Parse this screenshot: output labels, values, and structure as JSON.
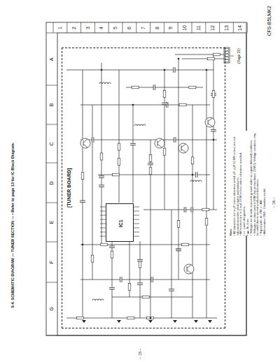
{
  "diagram": {
    "title": "5-4. SCHEMATIC DIAGRAM — TUNER SECTION — • Refer to page 13 for IC Block Diagram.",
    "nodes": [
      {
        "text": [
          "[TUNER BOARD]"
        ]
      },
      {
        "text": [
          "IC1"
        ],
        "in": 0
      }
    ],
    "labels": [
      "CFS-B5LMK2",
      "1",
      "2",
      "3",
      "4",
      "5",
      "6",
      "7",
      "8",
      "9",
      "10",
      "11",
      "12",
      "13",
      "14",
      "A",
      "B",
      "C",
      "D",
      "E",
      "F",
      "G",
      "(Page 20)",
      "– 15 –",
      "– 16 –",
      "Note:",
      "• All capacitors are in μF unless otherwise noted. pF: μμF 50 WV or less are not indicated except for electrolytics and tantalums.",
      "• All resistors are in Ω and 1/4 W or less unless otherwise specified.",
      "• ▭ : panel designation.",
      "• ▬ : B+ Line.",
      "• Voltages are dc with respect to ground under no-signal (detuned) conditions.",
      "• Voltages are taken with a VOM (Input impedance 10 MΩ). Voltage variations may be noted due to normal production tolerances.",
      "• Signal path. ➡ : FM ⇨ : AM",
      "• Abbreviation CND : Canadian model."
    ]
  }
}
